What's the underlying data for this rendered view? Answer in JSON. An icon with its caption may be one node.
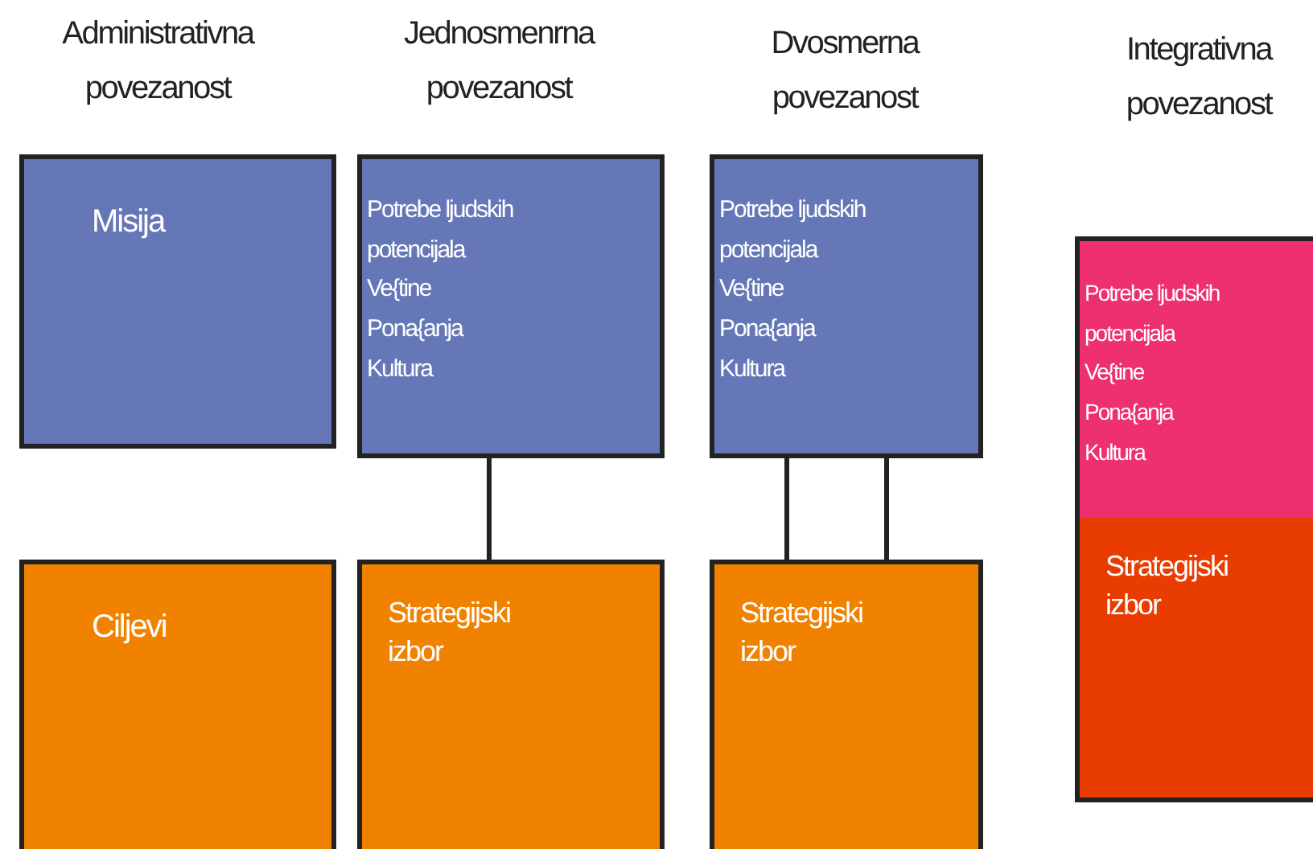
{
  "diagram": {
    "nodes": [
      {
        "text": [
          "Misija"
        ]
      },
      {
        "text": [
          "Ciljevi"
        ]
      },
      {
        "text": [
          "Potrebe ljudskih potencijala",
          "Ve{tine",
          "Pona{anja",
          "Kultura"
        ]
      },
      {
        "text": [
          "Strategijski izbor"
        ]
      },
      {
        "text": [
          "Potrebe ljudskih potencijala",
          "Ve{tine",
          "Pona{anja",
          "Kultura"
        ]
      },
      {
        "text": [
          "Strategijski izbor"
        ]
      },
      {
        "text": [
          "Potrebe ljudskih potencijala",
          "Ve{tine",
          "Pona{anja",
          "Kultura"
        ]
      },
      {
        "text": [
          "Strategijski izbor"
        ]
      }
    ],
    "edges": [
      {
        "from": 2,
        "to": 3,
        "arrow": "none"
      },
      {
        "from": 4,
        "to": 5,
        "arrow": "none"
      },
      {
        "from": 4,
        "to": 5,
        "arrow": "none"
      }
    ],
    "labels": [
      "Administrativna povezanost",
      "Jednosmenrna povezanost",
      "Dvosmerna povezanost",
      "Integrativna povezanost"
    ]
  }
}
